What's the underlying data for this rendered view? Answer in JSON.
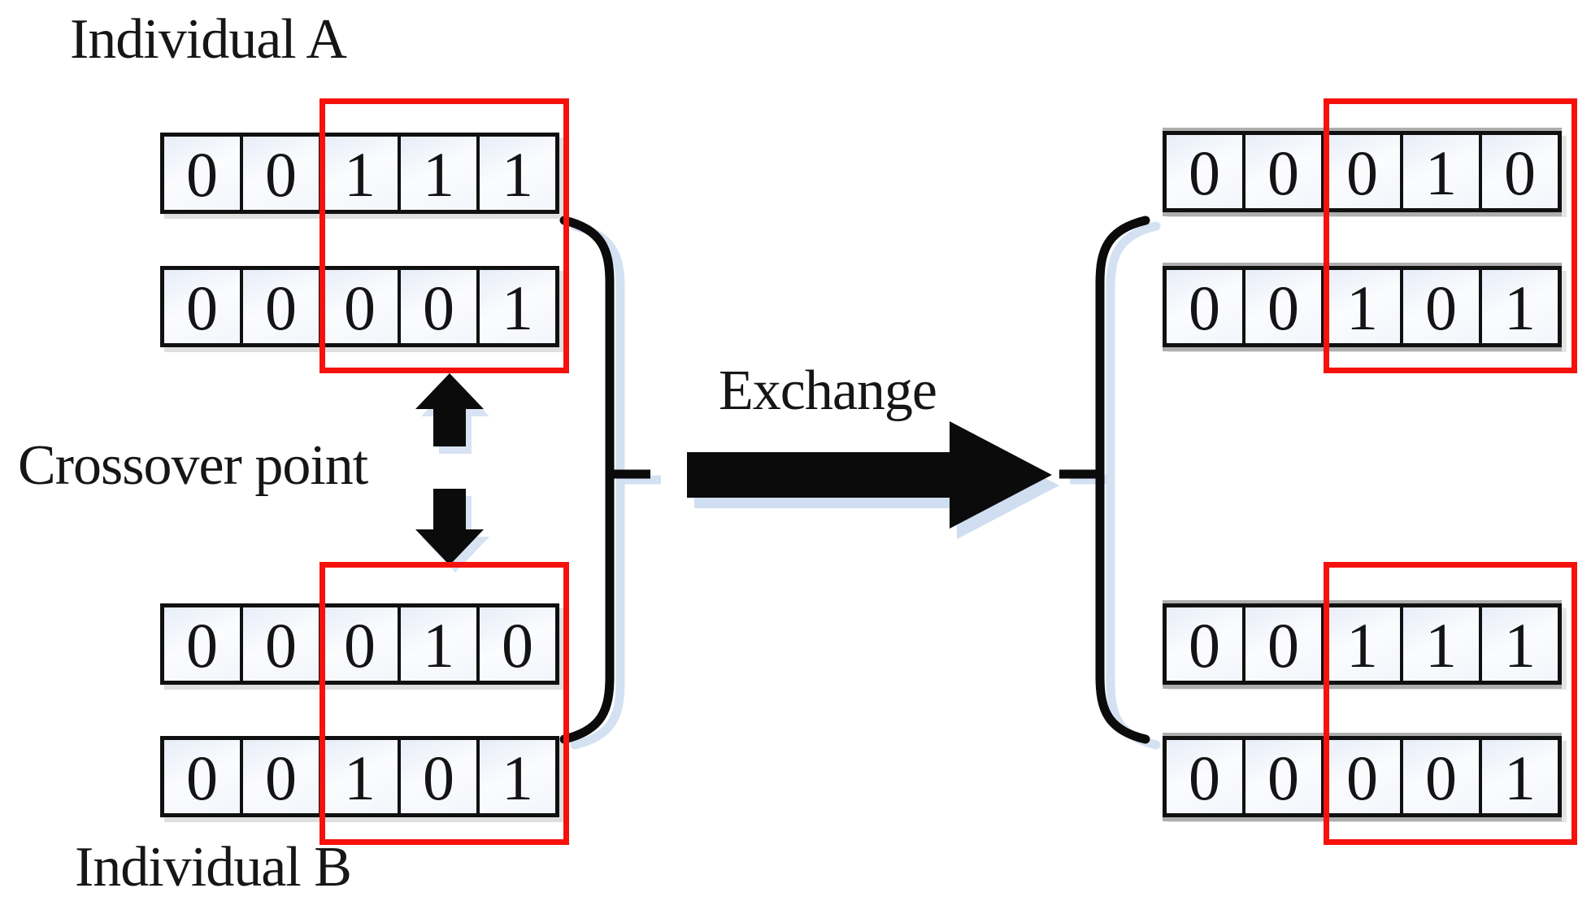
{
  "diagram": {
    "label_individual_a": "Individual A",
    "label_individual_b": "Individual B",
    "label_crossover": "Crossover point",
    "label_exchange": "Exchange",
    "crossover_point_index": 2,
    "highlighted_gene_count": 3,
    "colors": {
      "highlight_red": "#f5120d",
      "line_black": "#101010",
      "shadow_blue": "#b0c8e8"
    },
    "parents": {
      "a": [
        [
          "0",
          "0",
          "1",
          "1",
          "1"
        ],
        [
          "0",
          "0",
          "0",
          "0",
          "1"
        ]
      ],
      "b": [
        [
          "0",
          "0",
          "0",
          "1",
          "0"
        ],
        [
          "0",
          "0",
          "1",
          "0",
          "1"
        ]
      ]
    },
    "offspring": {
      "top": [
        [
          "0",
          "0",
          "0",
          "1",
          "0"
        ],
        [
          "0",
          "0",
          "1",
          "0",
          "1"
        ]
      ],
      "bottom": [
        [
          "0",
          "0",
          "1",
          "1",
          "1"
        ],
        [
          "0",
          "0",
          "0",
          "0",
          "1"
        ]
      ]
    }
  }
}
